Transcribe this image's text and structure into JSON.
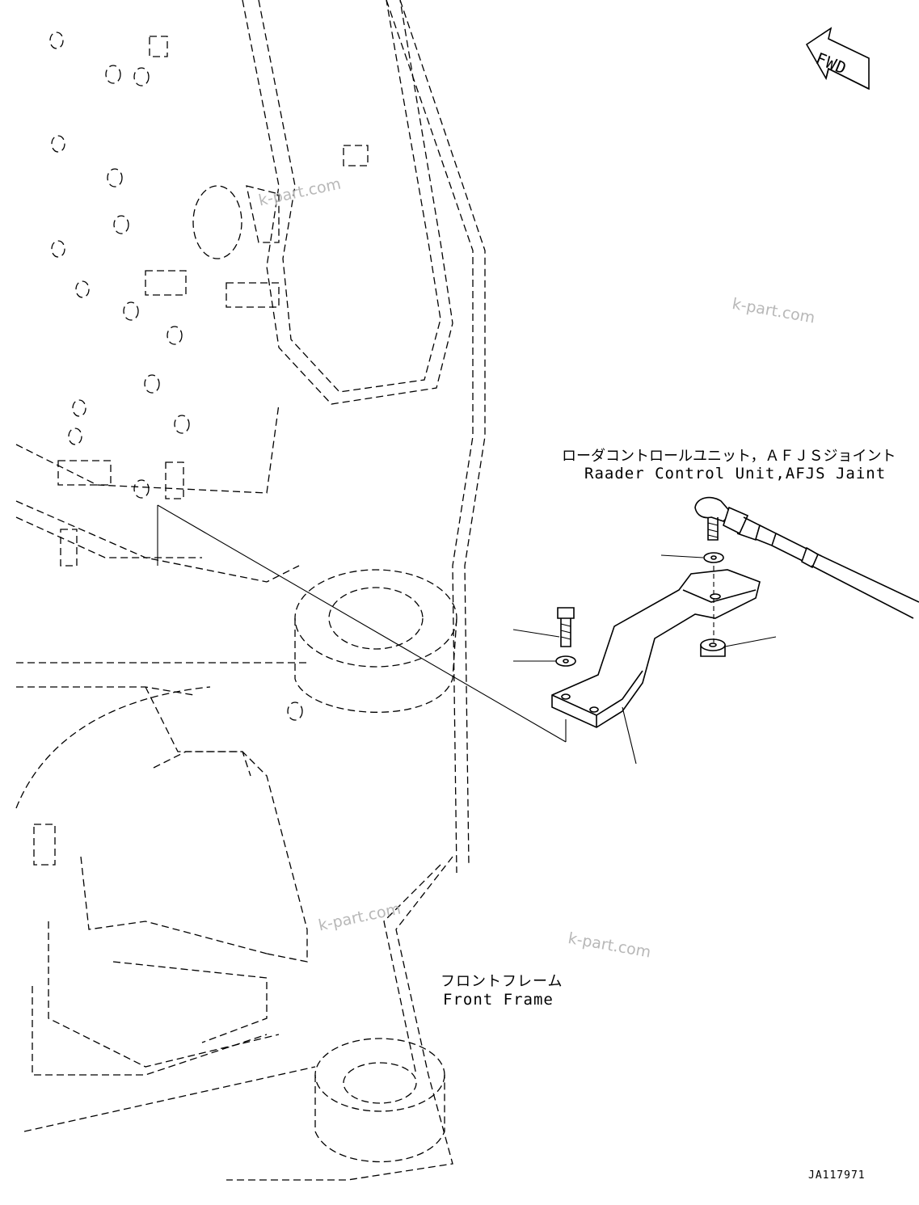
{
  "header": {
    "fwd_label": "FWD"
  },
  "callouts": {
    "loader_control_jp": "ローダコントロールユニット，ＡＦＪＳジョイント",
    "loader_control_en": "Raader Control Unit,AFJS Jaint",
    "front_frame_jp": "フロントフレーム",
    "front_frame_en": "Front Frame"
  },
  "drawing_number": "JA117971",
  "watermarks": [
    "k-part.com",
    "k-part.com",
    "k-part.com",
    "k-part.com"
  ],
  "icons": {
    "direction": "fwd-arrow-icon"
  }
}
